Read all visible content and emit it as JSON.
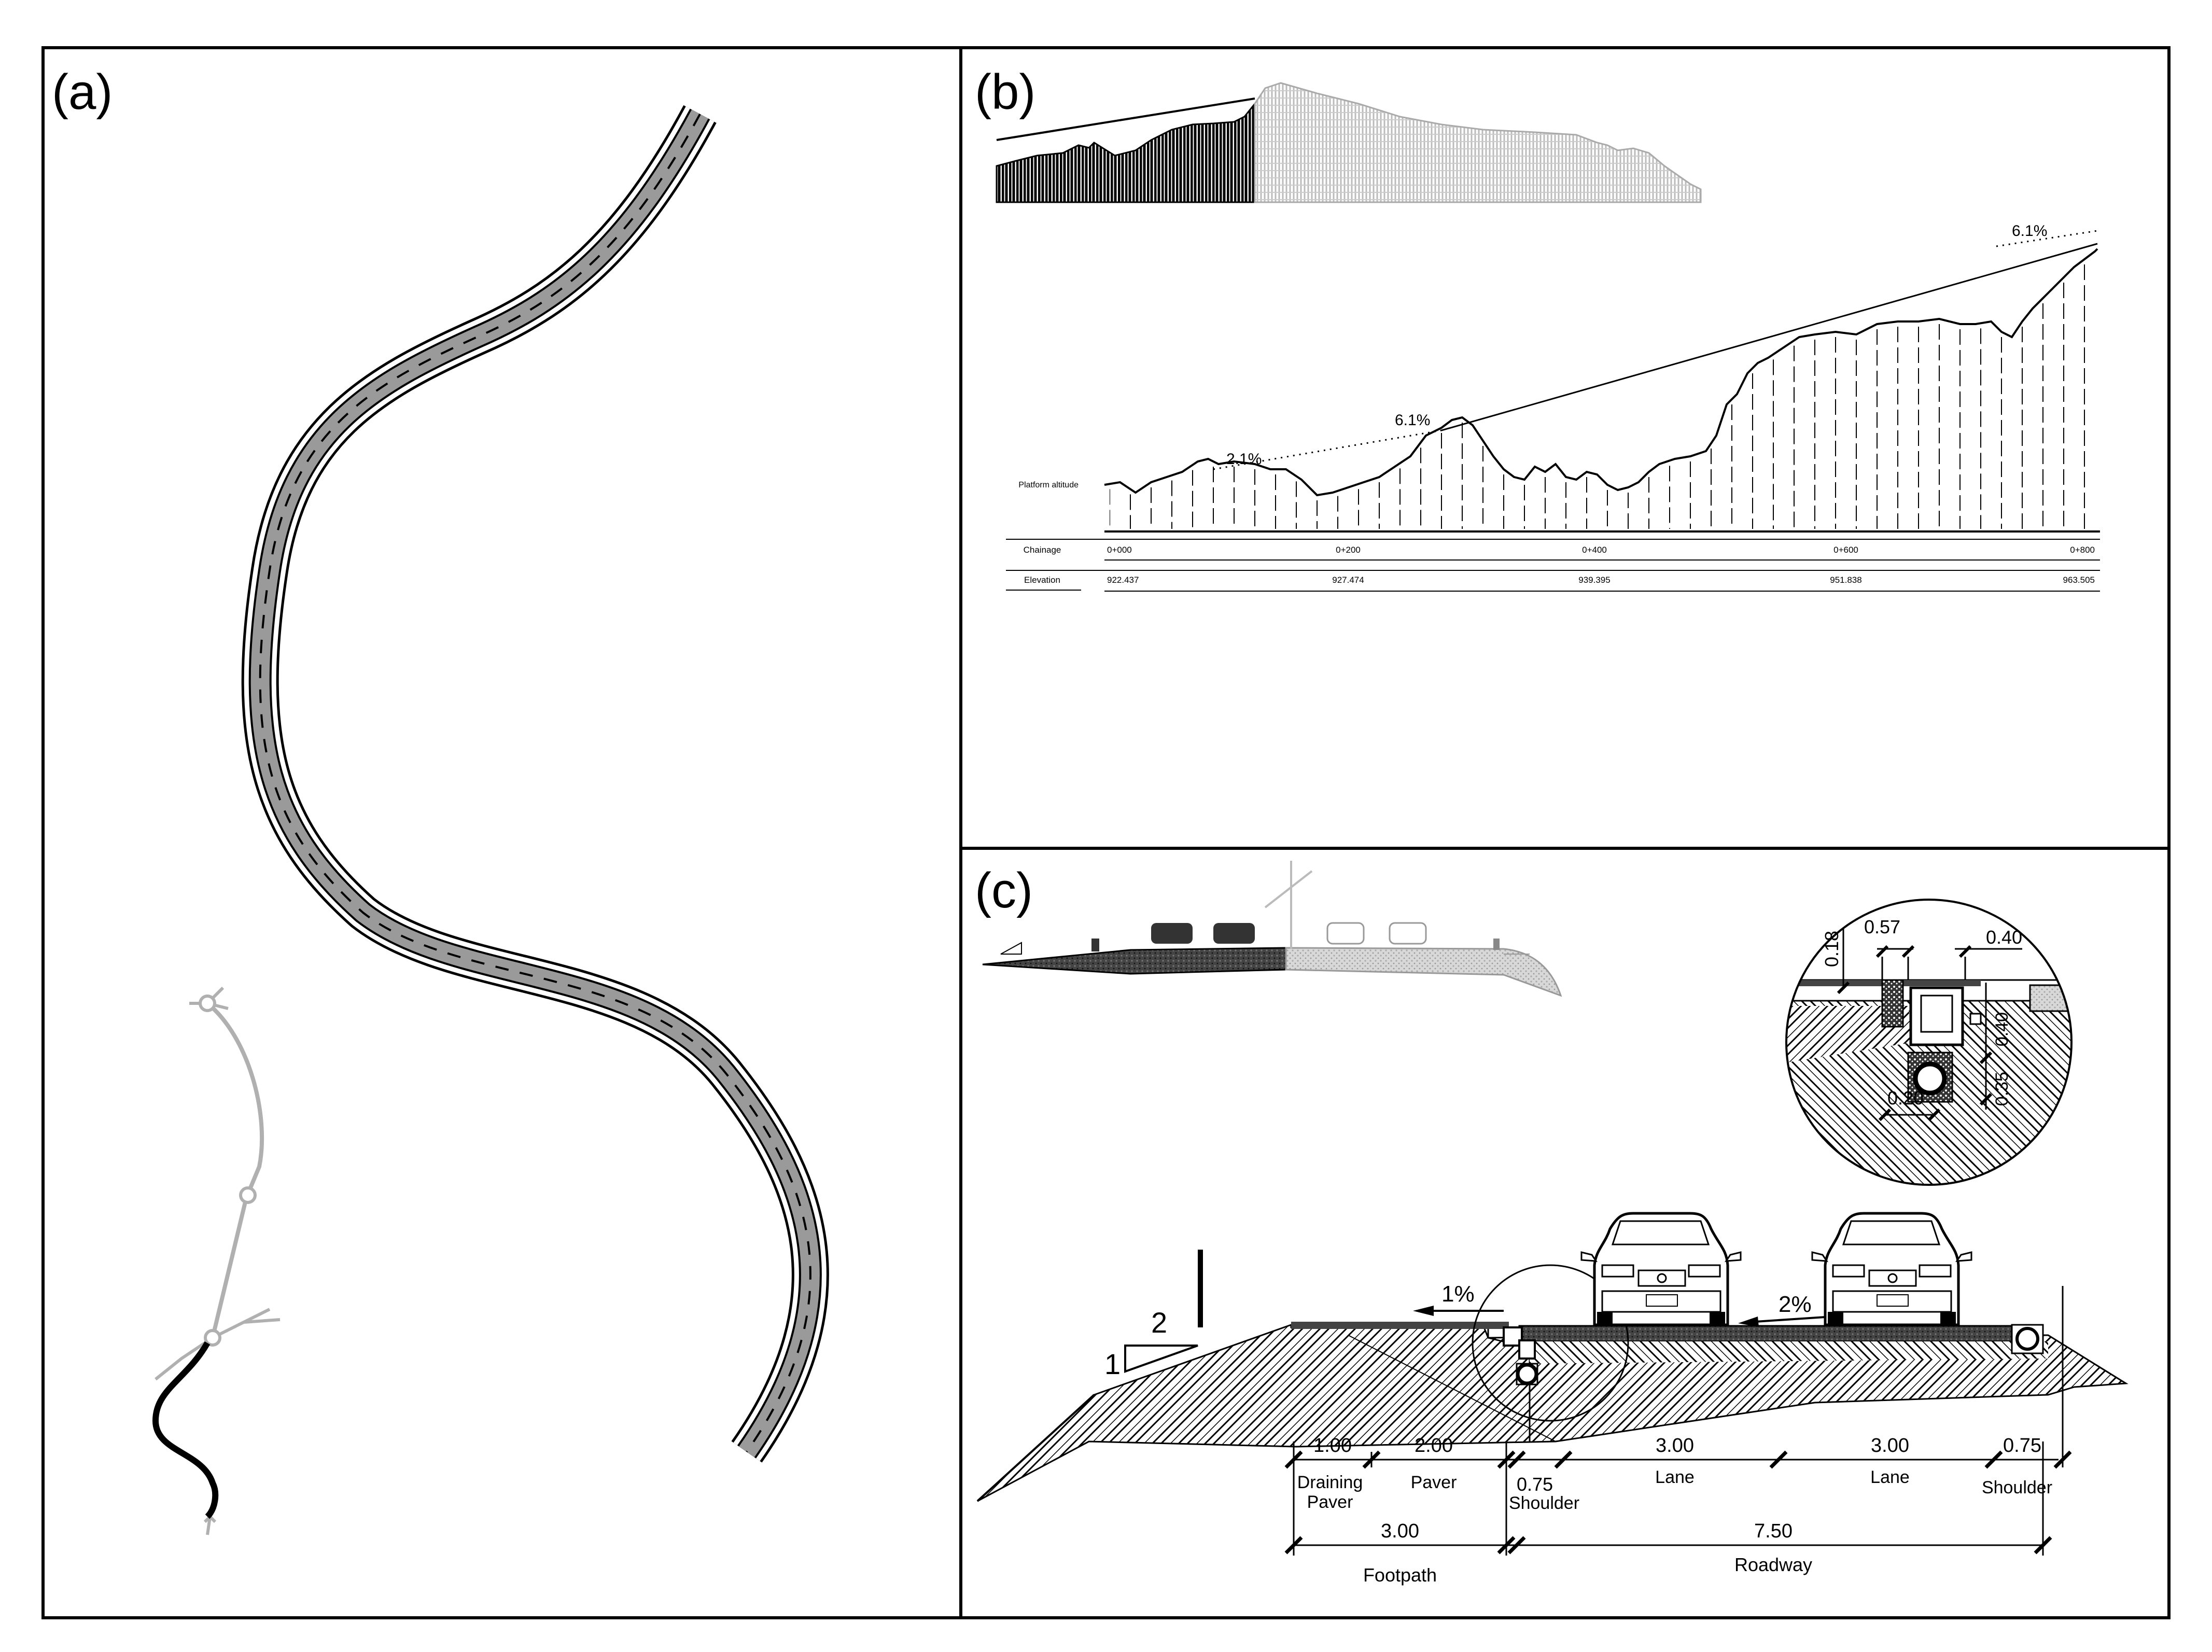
{
  "panels": {
    "a": {
      "label": "(a)"
    },
    "b": {
      "label": "(b)"
    },
    "c": {
      "label": "(c)"
    }
  },
  "profile": {
    "grade_labels": [
      "2.1%",
      "6.1%",
      "6.1%"
    ],
    "row_platform": "Platform altitude",
    "row_chainage": "Chainage",
    "row_elevation": "Elevation",
    "chainages": [
      "0+000",
      "0+200",
      "0+400",
      "0+600",
      "0+800"
    ],
    "elevations": [
      "922.437",
      "927.474",
      "939.395",
      "951.838",
      "963.505"
    ]
  },
  "cross_section": {
    "slope_ratio": {
      "rise": "1",
      "run": "2"
    },
    "slope_left": "1%",
    "slope_right": "2%",
    "dims_top": [
      "1.00",
      "2.00",
      "0.75",
      "3.00",
      "3.00",
      "0.75"
    ],
    "labels_top": [
      "Draining Paver",
      "Paver",
      "Shoulder",
      "Lane",
      "Lane",
      "Shoulder"
    ],
    "dims_bottom": [
      "3.00",
      "7.50"
    ],
    "labels_bottom": [
      "Footpath",
      "Roadway"
    ],
    "detail_dims": [
      "0.18",
      "0.57",
      "0.40",
      "0.20",
      "0.35",
      "0.40"
    ]
  },
  "colors": {
    "line": "#000000",
    "gray": "#a8a8a8",
    "road_fill": "#9a9a9a",
    "light_gray": "#c8c8c8"
  }
}
